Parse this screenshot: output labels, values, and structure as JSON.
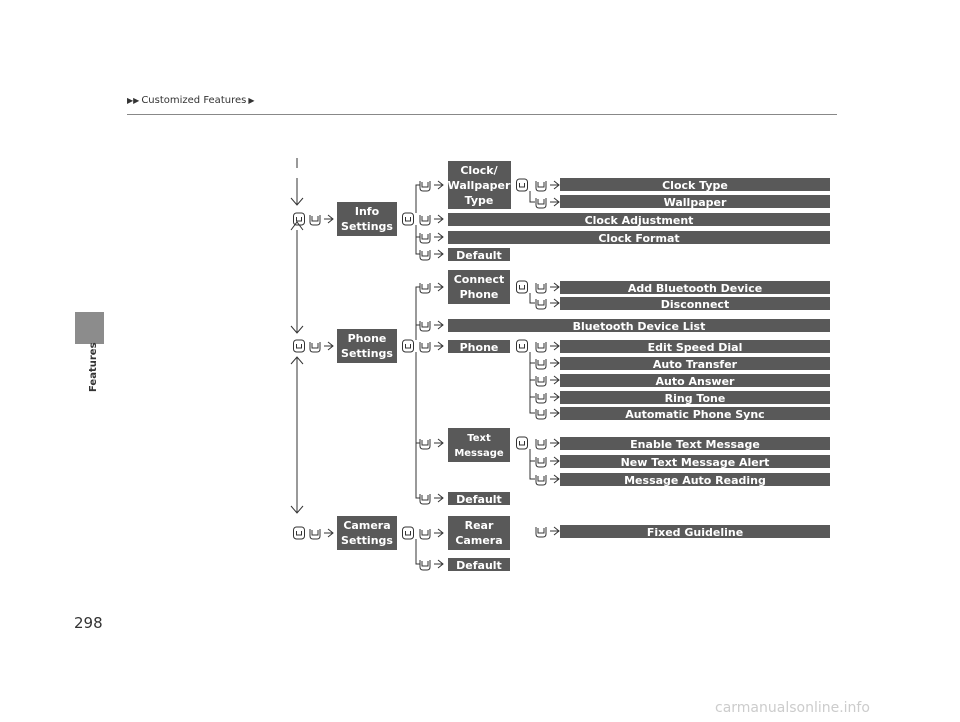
{
  "header": {
    "breadcrumb": "Customized Features"
  },
  "sidebar": {
    "label": "Features"
  },
  "page_number": "298",
  "watermark": "carmanualsonline.info",
  "diagram": {
    "groups": [
      {
        "id": "info",
        "label": [
          "Info",
          "Settings"
        ]
      },
      {
        "id": "phone",
        "label": [
          "Phone",
          "Settings"
        ]
      },
      {
        "id": "camera",
        "label": [
          "Camera",
          "Settings"
        ]
      }
    ],
    "sub": {
      "clock_wallpaper": [
        "Clock/",
        "Wallpaper",
        "Type"
      ],
      "connect_phone": [
        "Connect",
        "Phone"
      ],
      "phone": "Phone",
      "text_message": [
        "Text",
        "Message"
      ],
      "rear_camera": [
        "Rear",
        "Camera"
      ],
      "default": "Default"
    },
    "items": {
      "clock_type": "Clock Type",
      "wallpaper": "Wallpaper",
      "clock_adjustment": "Clock Adjustment",
      "clock_format": "Clock Format",
      "add_bt": "Add Bluetooth Device",
      "disconnect": "Disconnect",
      "bt_list": "Bluetooth Device List",
      "edit_speed_dial": "Edit Speed Dial",
      "auto_transfer": "Auto Transfer",
      "auto_answer": "Auto Answer",
      "ring_tone": "Ring Tone",
      "auto_phone_sync": "Automatic Phone Sync",
      "enable_text": "Enable Text Message",
      "new_text_alert": "New Text Message Alert",
      "msg_auto_reading": "Message Auto Reading",
      "fixed_guideline": "Fixed Guideline"
    }
  }
}
